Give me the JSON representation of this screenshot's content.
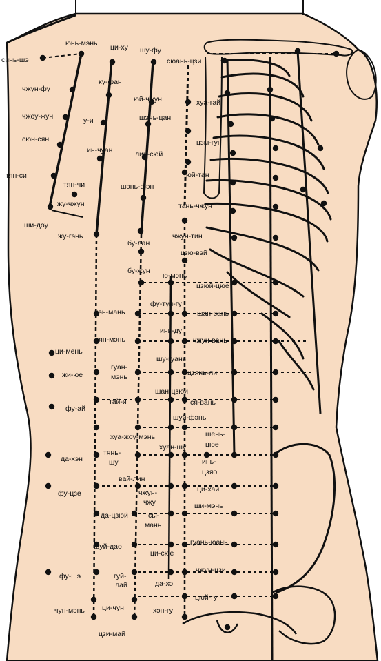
{
  "colors": {
    "skin": "#f8dcc2",
    "ink": "#111111",
    "background": "#ffffff"
  },
  "labels": [
    {
      "id": "sin-she",
      "text": "синь-шэ"
    },
    {
      "id": "yun-men",
      "text": "юнь-мэнь"
    },
    {
      "id": "qi-hu",
      "text": "ци-ху"
    },
    {
      "id": "shu-fu",
      "text": "шу-фу"
    },
    {
      "id": "syuan-tszi",
      "text": "сюань-цзи"
    },
    {
      "id": "zhong-fu",
      "text": "чжун-фу"
    },
    {
      "id": "ku-fan",
      "text": "ку-фан"
    },
    {
      "id": "yuy-zhong",
      "text": "юй-чжун"
    },
    {
      "id": "hua-gai",
      "text": "хуа-гай"
    },
    {
      "id": "zhou-rong",
      "text": "чжоу-жун"
    },
    {
      "id": "u-i",
      "text": "у-и"
    },
    {
      "id": "shen-tsan",
      "text": "шэнь-цан"
    },
    {
      "id": "syun-syan",
      "text": "сюн-сян"
    },
    {
      "id": "tszy-gun",
      "text": "цзы-гун"
    },
    {
      "id": "in-chuan",
      "text": "ин-чуан"
    },
    {
      "id": "lin-syuy",
      "text": "лин-сюй"
    },
    {
      "id": "tian-xi",
      "text": "тян-си"
    },
    {
      "id": "yuy-tan",
      "text": "юй-тан"
    },
    {
      "id": "tian-chi",
      "text": "тян-чи"
    },
    {
      "id": "shen-fen",
      "text": "шэнь-фэн"
    },
    {
      "id": "zhu-zhun",
      "text": "жу-чжун"
    },
    {
      "id": "tan-zhong",
      "text": "тань-чжун"
    },
    {
      "id": "shi-dou",
      "text": "ши-доу"
    },
    {
      "id": "zhu-gen",
      "text": "жу-гэнь"
    },
    {
      "id": "bu-lan",
      "text": "бу-лан"
    },
    {
      "id": "zhun-tin",
      "text": "чжун-тин"
    },
    {
      "id": "tszyu-vey",
      "text": "цзю-вэй"
    },
    {
      "id": "bu-zhun",
      "text": "бу-жун"
    },
    {
      "id": "yu-men",
      "text": "ю-мэнь"
    },
    {
      "id": "tszyuy-tszyue",
      "text": "цзюй-цюе"
    },
    {
      "id": "fu-tun-gu",
      "text": "фу-тун-гу"
    },
    {
      "id": "chen-man",
      "text": "чэн-мань"
    },
    {
      "id": "shan-van",
      "text": "шан-вань"
    },
    {
      "id": "in-du",
      "text": "инь-ду"
    },
    {
      "id": "lyan-men",
      "text": "лян-мэнь"
    },
    {
      "id": "zhun-van",
      "text": "чжун-вань"
    },
    {
      "id": "qi-men",
      "text": "ци-мень"
    },
    {
      "id": "shu-guan",
      "text": "шу-гуань"
    },
    {
      "id": "guan-1",
      "text": "гуан-"
    },
    {
      "id": "guan-2",
      "text": "мэнь"
    },
    {
      "id": "zhi-yue",
      "text": "жи-юе"
    },
    {
      "id": "tszyan-li",
      "text": "цзянь-ли"
    },
    {
      "id": "shan-tszyuy",
      "text": "шан-цзюй"
    },
    {
      "id": "tai-i",
      "text": "тай-и"
    },
    {
      "id": "sya-van",
      "text": "ся-вань"
    },
    {
      "id": "fu-ai",
      "text": "фу-ай"
    },
    {
      "id": "shuy-fen",
      "text": "шуй-фэнь"
    },
    {
      "id": "hua-zhou-men",
      "text": "хуа-жоу-мэнь"
    },
    {
      "id": "shen-1",
      "text": "шень-"
    },
    {
      "id": "shen-2",
      "text": "цюе"
    },
    {
      "id": "huan-shu",
      "text": "хуан-шу"
    },
    {
      "id": "tian-1",
      "text": "тянь-"
    },
    {
      "id": "tian-2",
      "text": "шу"
    },
    {
      "id": "da-hen",
      "text": "да-хэн"
    },
    {
      "id": "in-1",
      "text": "инь-"
    },
    {
      "id": "in-2",
      "text": "цзяо"
    },
    {
      "id": "vai-lin",
      "text": "вай-лин"
    },
    {
      "id": "fu-tsze",
      "text": "фу-цзе"
    },
    {
      "id": "zhun-1",
      "text": "чжун-"
    },
    {
      "id": "zhun-2",
      "text": "чжу"
    },
    {
      "id": "qi-hai",
      "text": "ци-хай"
    },
    {
      "id": "shi-men",
      "text": "ши-мэнь"
    },
    {
      "id": "da-tszyuy",
      "text": "да-цзюй"
    },
    {
      "id": "sy-1",
      "text": "сы-"
    },
    {
      "id": "sy-2",
      "text": "мань"
    },
    {
      "id": "guan-yuan",
      "text": "гуань-юань"
    },
    {
      "id": "shuy-dao",
      "text": "шуй-дао"
    },
    {
      "id": "qi-syue",
      "text": "ци-сюе"
    },
    {
      "id": "fu-she",
      "text": "фу-шэ"
    },
    {
      "id": "guy-1",
      "text": "гуй-"
    },
    {
      "id": "guy-2",
      "text": "лай"
    },
    {
      "id": "zhun-tszi",
      "text": "чжун-цзи"
    },
    {
      "id": "da-he",
      "text": "да-хэ"
    },
    {
      "id": "chun-men",
      "text": "чун-мэнь"
    },
    {
      "id": "qi-chun",
      "text": "ци-чун"
    },
    {
      "id": "tszyuy-gu",
      "text": "цюй-гу"
    },
    {
      "id": "hen-gu",
      "text": "хэн-гу"
    },
    {
      "id": "tszi-may",
      "text": "цзи-май"
    }
  ]
}
